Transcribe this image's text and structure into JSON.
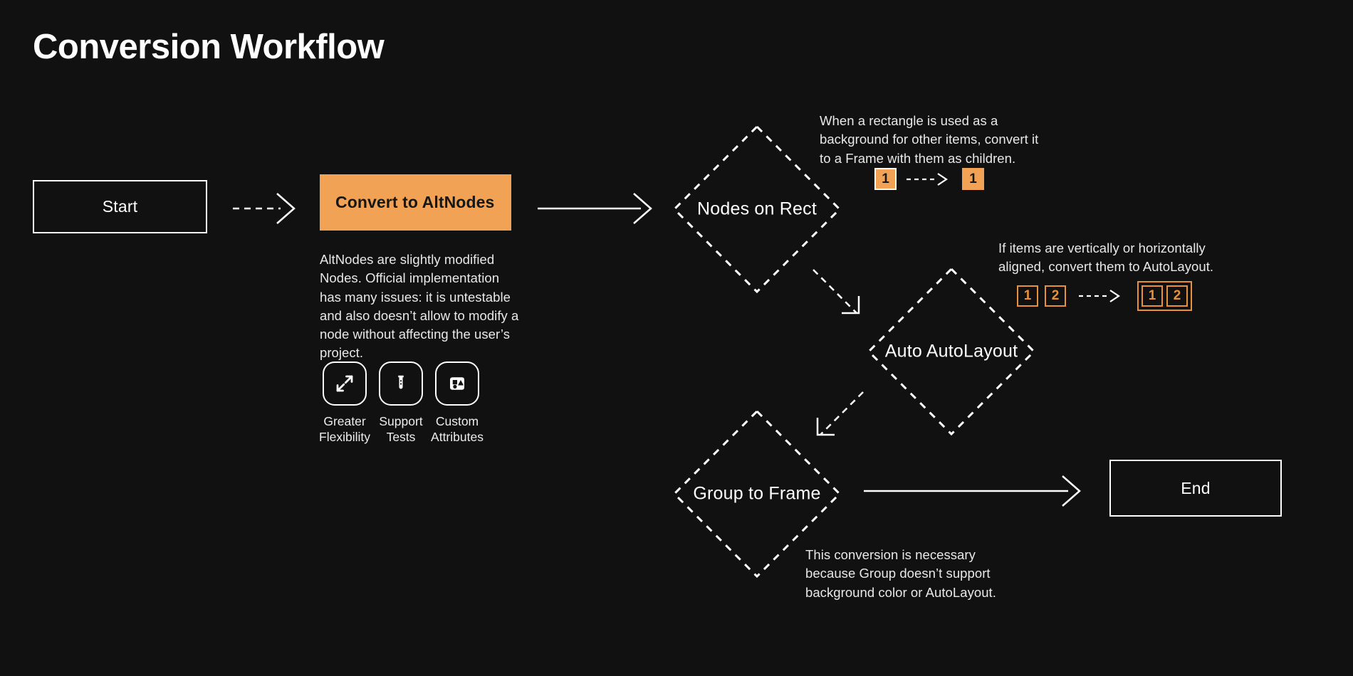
{
  "page": {
    "title": "Conversion Workflow",
    "background_color": "#111111",
    "accent_color": "#F2A254",
    "accent_outline_color": "#E8913C",
    "text_color": "#FFFFFF"
  },
  "nodes": {
    "start": {
      "label": "Start",
      "shape": "rectangle"
    },
    "convert": {
      "label": "Convert to AltNodes",
      "shape": "rectangle-filled"
    },
    "nodes_on_rect": {
      "label": "Nodes on Rect",
      "shape": "diamond"
    },
    "auto_autolayout": {
      "label": "Auto AutoLayout",
      "shape": "diamond"
    },
    "group_to_frame": {
      "label": "Group to Frame",
      "shape": "diamond"
    },
    "end": {
      "label": "End",
      "shape": "rectangle"
    }
  },
  "notes": {
    "altnodes_description": "AltNodes are slightly modified Nodes. Official implementation has many issues: it is untestable and also doesn’t allow to modify a node without affecting the user’s project.",
    "nodes_on_rect": "When a rectangle is used as a background for other items, convert it to a Frame with them as children.",
    "auto_autolayout": "If items are vertically or horizontally aligned, convert them to AutoLayout.",
    "group_to_frame": "This conversion is necessary because Group doesn’t support background color or AutoLayout."
  },
  "features": [
    {
      "icon": "expand-arrows-icon",
      "caption": "Greater\nFlexibility"
    },
    {
      "icon": "test-tube-icon",
      "caption": "Support\nTests"
    },
    {
      "icon": "shapes-attributes-icon",
      "caption": "Custom\nAttributes"
    }
  ],
  "badge_examples": {
    "nodes_on_rect": {
      "before": [
        "1"
      ],
      "after": [
        "1"
      ],
      "grouped_after": false
    },
    "auto_autolayout": {
      "before": [
        "1",
        "2"
      ],
      "after": [
        "1",
        "2"
      ],
      "grouped_after": true
    }
  }
}
